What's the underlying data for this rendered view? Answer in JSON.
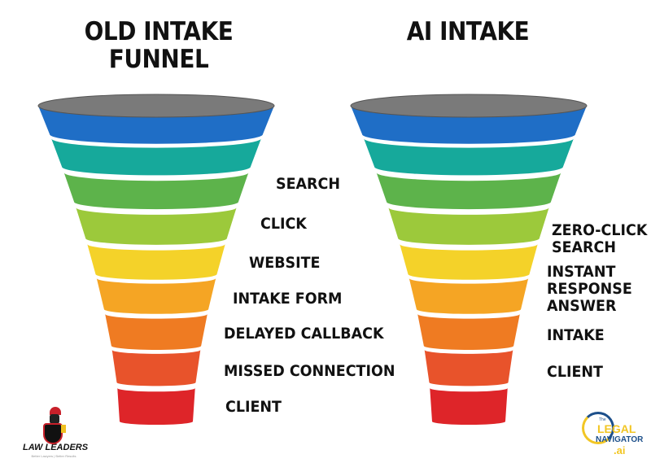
{
  "left_funnel": {
    "title_line1": "OLD INTAKE",
    "title_line2": "FUNNEL",
    "labels": [
      "SEARCH",
      "CLICK",
      "WEBSITE",
      "INTAKE FORM",
      "DELAYED CALLBACK",
      "MISSED CONNECTION",
      "CLIENT"
    ]
  },
  "right_funnel": {
    "title": "AI INTAKE",
    "labels": [
      "ZERO-CLICK",
      "SEARCH",
      "INSTANT",
      "RESPONSE",
      "ANSWER",
      "INTAKE",
      "CLIENT"
    ]
  },
  "band_colors": [
    "#1f6ec6",
    "#16a99b",
    "#5db34b",
    "#9cc93b",
    "#f4d229",
    "#f5a524",
    "#ef7b22",
    "#e8532b",
    "#de2529"
  ],
  "rim_color": "#7a7a7a",
  "logos": {
    "law_leaders": "LAW LEADERS",
    "law_leaders_tagline": "Better Lawyers | Better Results",
    "legal_navigator_the": "The",
    "legal_navigator_1": "LEGAL",
    "legal_navigator_2": "NAVIGATOR",
    "legal_navigator_3": ".ai"
  }
}
